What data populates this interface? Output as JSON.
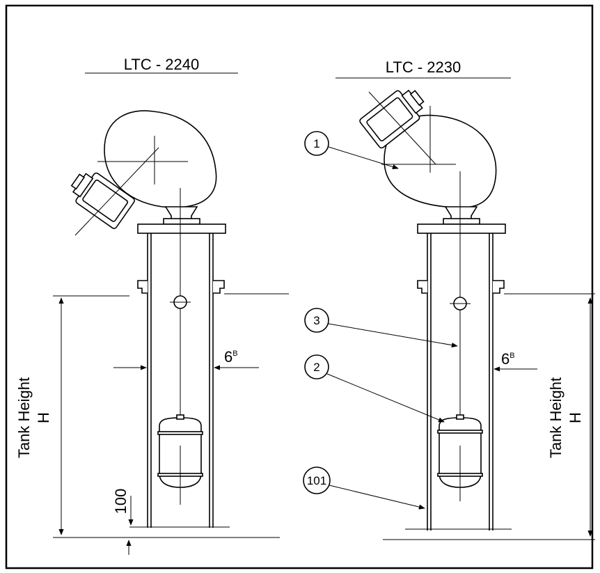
{
  "left_title": "LTC - 2240",
  "right_title": "LTC - 2230",
  "left_tank_label": "Tank Height",
  "left_h_label": "H",
  "right_tank_label": "Tank Height",
  "right_h_label": "H",
  "left_gap_num": "6",
  "left_gap_sup": "B",
  "right_gap_num": "6",
  "right_gap_sup": "B",
  "left_bottom_dim": "100",
  "callouts": {
    "c1": "1",
    "c2": "2",
    "c3": "3",
    "c101": "101"
  }
}
